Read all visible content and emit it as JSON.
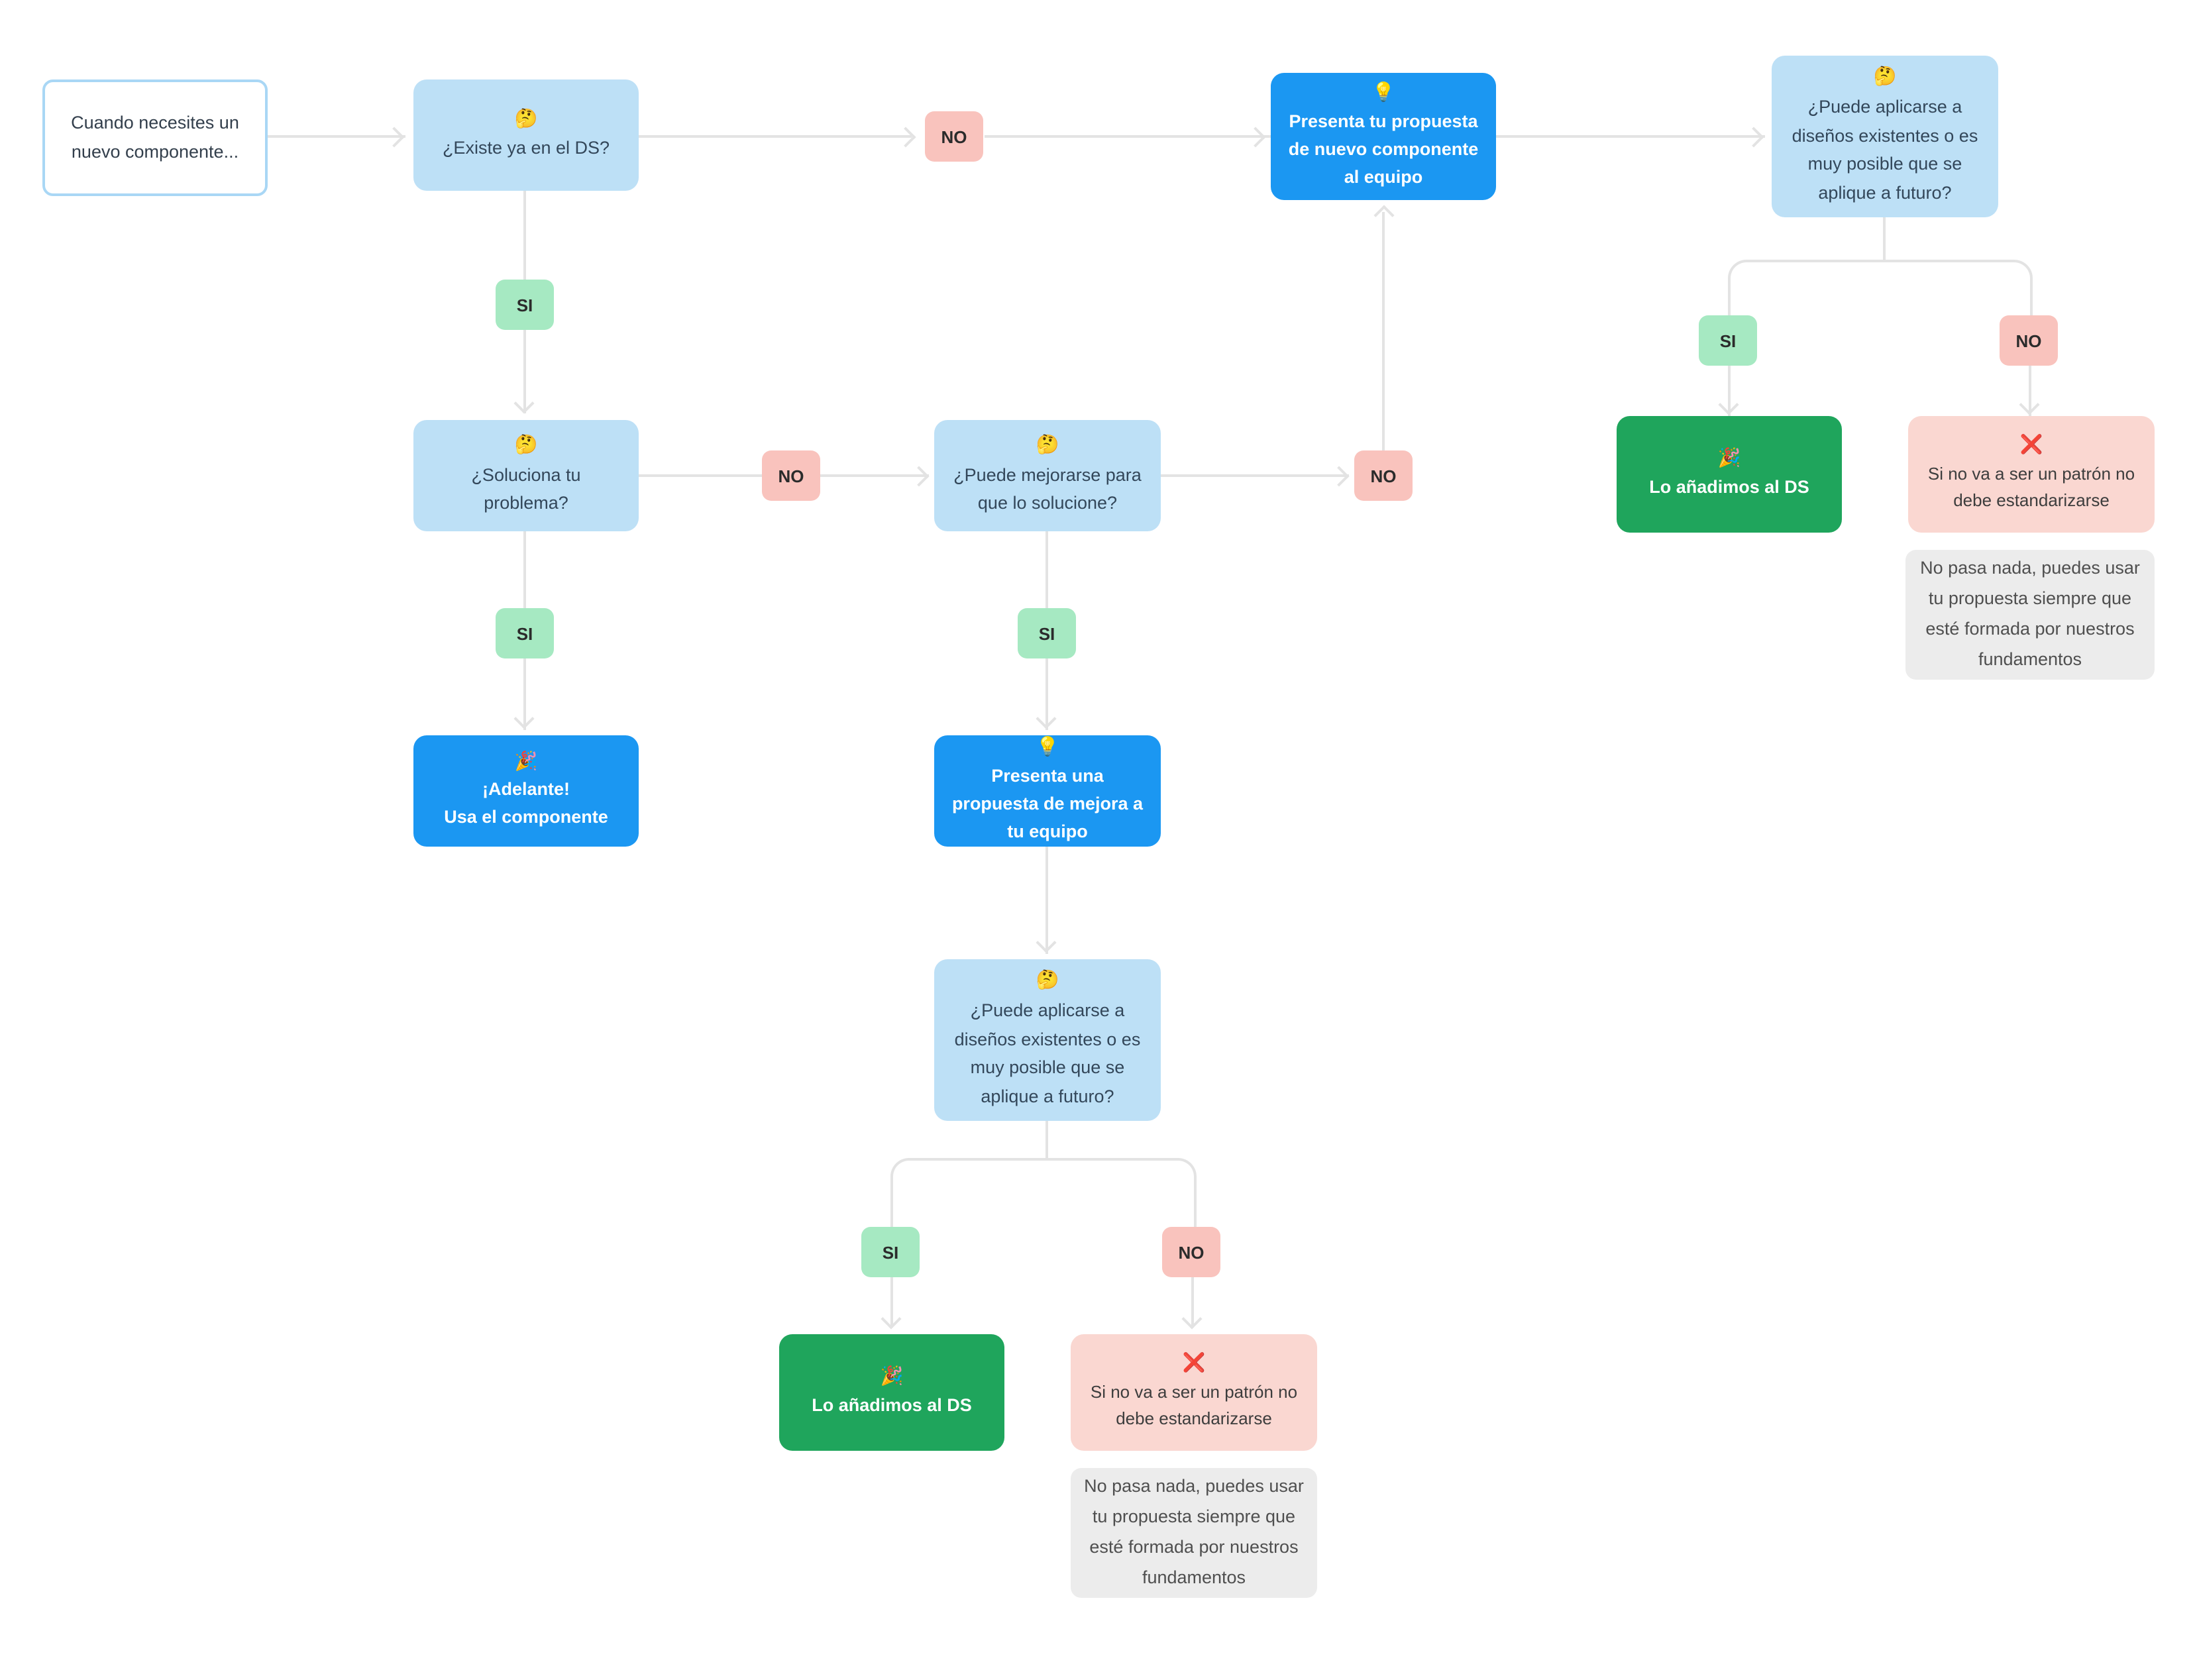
{
  "diagram": {
    "start": {
      "text": "Cuando necesites un nuevo componente..."
    },
    "questions": {
      "existe": {
        "emoji": "🤔",
        "text": "¿Existe ya en el DS?"
      },
      "soluciona": {
        "emoji": "🤔",
        "text": "¿Soluciona tu problema?"
      },
      "mejorarse": {
        "emoji": "🤔",
        "text": "¿Puede mejorarse para que lo solucione?"
      },
      "aplicarse_mid": {
        "emoji": "🤔",
        "text": "¿Puede aplicarse a diseños existentes o es muy posible que se aplique a futuro?"
      },
      "aplicarse_right": {
        "emoji": "🤔",
        "text": "¿Puede aplicarse a diseños existentes o es muy posible que se aplique a futuro?"
      }
    },
    "actions": {
      "propuesta_nuevo": {
        "emoji": "💡",
        "text": "Presenta tu propuesta de nuevo componente al equipo"
      },
      "adelante": {
        "emoji": "🎉",
        "text": "¡Adelante!\nUsa el componente"
      },
      "propuesta_mejora": {
        "emoji": "💡",
        "text": "Presenta una propuesta de mejora a tu equipo"
      }
    },
    "outcomes": {
      "add_right": {
        "emoji": "🎉",
        "text": "Lo añadimos al DS"
      },
      "add_bottom": {
        "emoji": "🎉",
        "text": "Lo añadimos al DS"
      },
      "nopatron_right": {
        "emoji": "❌",
        "text": "Si no va a ser un patrón no debe estandarizarse"
      },
      "nopatron_bottom": {
        "emoji": "❌",
        "text": "Si no va a ser un patrón no debe estandarizarse"
      }
    },
    "notes": {
      "right": {
        "text": "No pasa nada, puedes usar tu propuesta siempre que esté formada por nuestros fundamentos"
      },
      "bottom": {
        "text": "No pasa nada, puedes usar tu propuesta siempre que esté formada por nuestros fundamentos"
      }
    },
    "labels": {
      "si": "SI",
      "no": "NO"
    },
    "colors": {
      "question_fill": "#BDE0F6",
      "action_fill": "#1B97F2",
      "success_fill": "#1FA55C",
      "si_badge_fill": "#A6E9C2",
      "no_badge_fill": "#F9C3BD",
      "warning_fill": "#FAD7D1",
      "note_fill": "#ECECEC",
      "connector": "#E3E3E3",
      "start_border": "#A9D7F5"
    }
  }
}
